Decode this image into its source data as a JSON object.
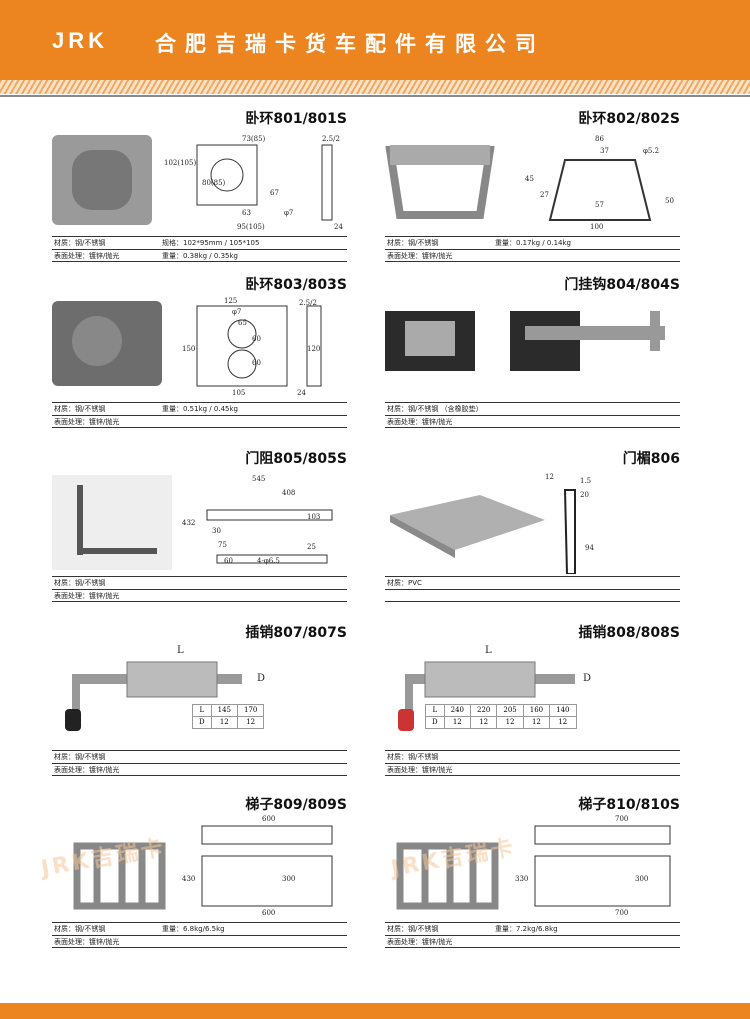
{
  "header": {
    "brand": "JRK",
    "company": "合肥吉瑞卡货车配件有限公司"
  },
  "watermark": "JRK吉瑞卡",
  "products": [
    {
      "title": "卧环801/801S",
      "material": "材质：钢/不锈钢",
      "surface": "表面处理：镀锌/抛光",
      "extra1": "规格：102*95mm / 105*105",
      "extra2": "重量：0.38kg / 0.35kg",
      "dims": [
        "73(85)",
        "2.5/2",
        "102(105)",
        "80(85)",
        "67",
        "63",
        "95(105)",
        "φ7",
        "24"
      ]
    },
    {
      "title": "卧环802/802S",
      "material": "材质：钢/不锈钢",
      "surface": "表面处理：镀锌/抛光",
      "extra1": "重量：0.17kg / 0.14kg",
      "extra2": "",
      "dims": [
        "86",
        "37",
        "φ5.2",
        "45",
        "27",
        "57",
        "50",
        "100"
      ]
    },
    {
      "title": "卧环803/803S",
      "material": "材质：钢/不锈钢",
      "surface": "表面处理：镀锌/抛光",
      "extra1": "重量：0.51kg / 0.45kg",
      "extra2": "",
      "dims": [
        "125",
        "φ7",
        "65",
        "2.5/2",
        "150",
        "60",
        "60",
        "120",
        "105",
        "24"
      ]
    },
    {
      "title": "门挂钩804/804S",
      "material": "材质：钢/不锈钢 （含橡胶垫）",
      "surface": "表面处理：镀锌/抛光",
      "extra1": "",
      "extra2": "",
      "dims": []
    },
    {
      "title": "门阻805/805S",
      "material": "材质：钢/不锈钢",
      "surface": "表面处理：镀锌/抛光",
      "extra1": "",
      "extra2": "",
      "dims": [
        "545",
        "408",
        "432",
        "30",
        "103",
        "75",
        "60",
        "4-φ6.5",
        "25"
      ]
    },
    {
      "title": "门楣806",
      "material": "材质：PVC",
      "surface": "",
      "extra1": "",
      "extra2": "",
      "dims": [
        "12",
        "1.5",
        "20",
        "94"
      ]
    },
    {
      "title": "插销807/807S",
      "material": "材质：钢/不锈钢",
      "surface": "表面处理：镀锌/抛光",
      "extra1": "",
      "extra2": "",
      "dims": [
        "L",
        "D"
      ],
      "table": {
        "L": [
          "L",
          "145",
          "170"
        ],
        "D": [
          "D",
          "12",
          "12"
        ]
      }
    },
    {
      "title": "插销808/808S",
      "material": "材质：钢/不锈钢",
      "surface": "表面处理：镀锌/抛光",
      "extra1": "",
      "extra2": "",
      "dims": [
        "L",
        "D"
      ],
      "table": {
        "L": [
          "L",
          "240",
          "220",
          "205",
          "160",
          "140"
        ],
        "D": [
          "D",
          "12",
          "12",
          "12",
          "12",
          "12"
        ]
      }
    },
    {
      "title": "梯子809/809S",
      "material": "材质：钢/不锈钢",
      "surface": "表面处理：镀锌/抛光",
      "extra1": "重量：6.8kg/6.5kg",
      "extra2": "",
      "dims": [
        "600",
        "430",
        "300",
        "600"
      ]
    },
    {
      "title": "梯子810/810S",
      "material": "材质：钢/不锈钢",
      "surface": "表面处理：镀锌/抛光",
      "extra1": "重量：7.2kg/6.8kg",
      "extra2": "",
      "dims": [
        "700",
        "330",
        "300",
        "700"
      ]
    }
  ]
}
